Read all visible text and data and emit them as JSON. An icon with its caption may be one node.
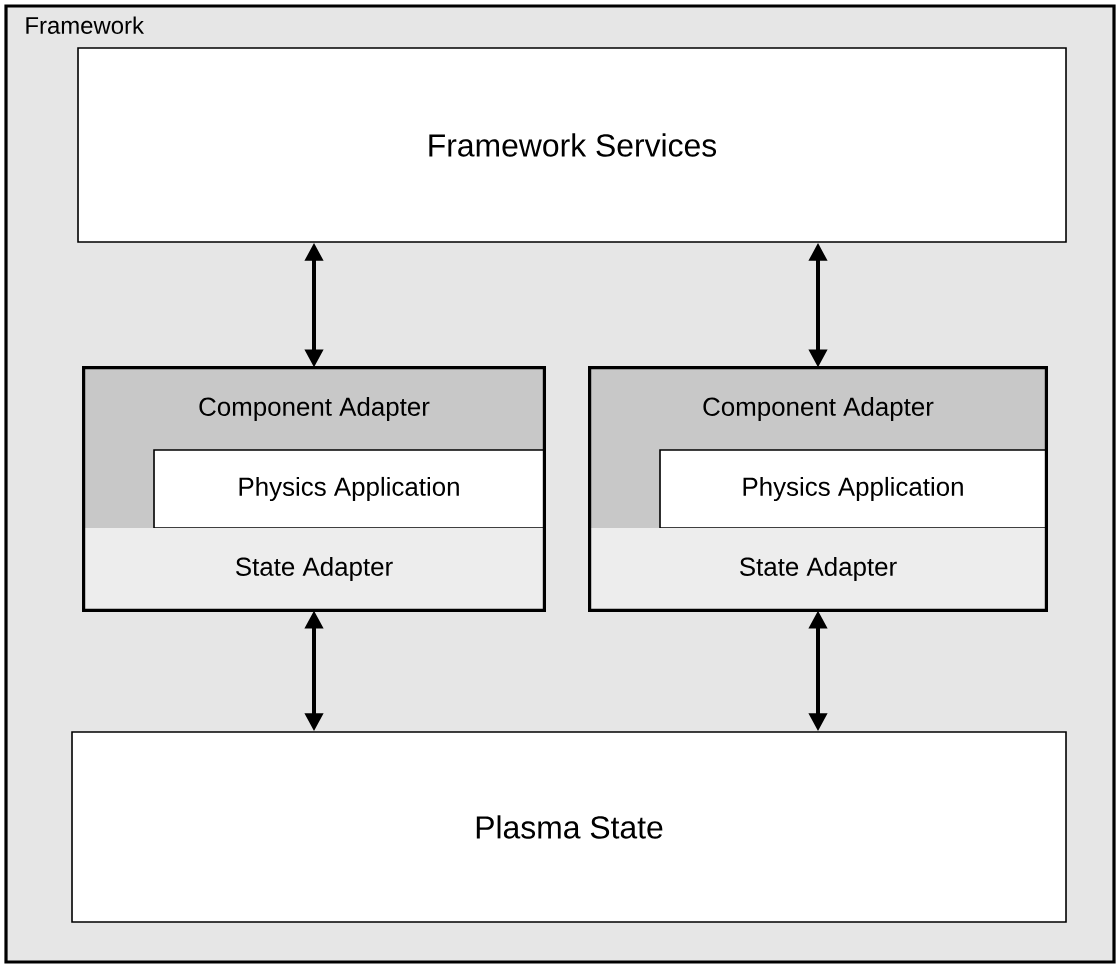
{
  "diagram": {
    "nodes": [
      {
        "text": [
          "Framework"
        ]
      },
      {
        "text": [
          "Framework Services"
        ],
        "in": 0
      },
      {
        "text": [
          "Component Adapter"
        ],
        "in": 0
      },
      {
        "text": [
          "Physics Application"
        ],
        "in": 0
      },
      {
        "text": [
          "State Adapter"
        ],
        "in": 0
      },
      {
        "text": [
          "Component Adapter"
        ],
        "in": 0
      },
      {
        "text": [
          "Physics Application"
        ],
        "in": 0
      },
      {
        "text": [
          "State Adapter"
        ],
        "in": 0
      },
      {
        "text": [
          "Plasma State"
        ],
        "in": 0
      }
    ],
    "edges": [
      {
        "from": 1,
        "to": 2,
        "arrow": "both"
      },
      {
        "from": 1,
        "to": 5,
        "arrow": "both"
      },
      {
        "from": 4,
        "to": 8,
        "arrow": "both"
      },
      {
        "from": 7,
        "to": 8,
        "arrow": "both"
      }
    ]
  }
}
